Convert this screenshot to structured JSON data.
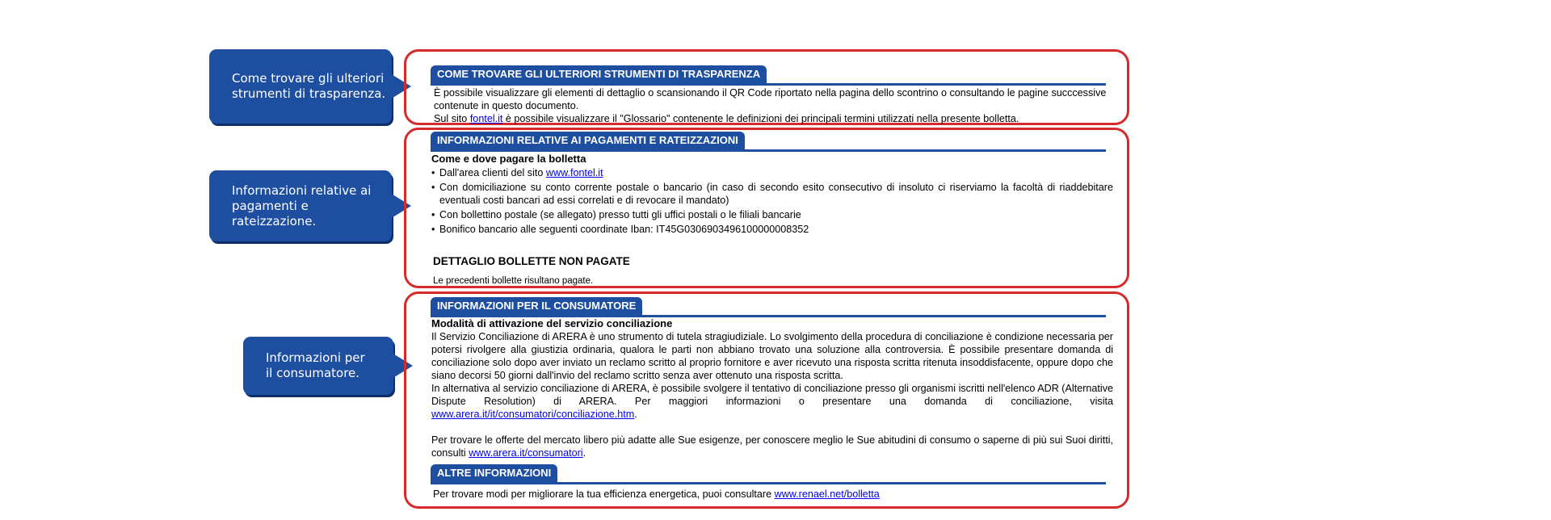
{
  "callouts": [
    {
      "line1": "Come trovare gli ulteriori",
      "line2": "strumenti di trasparenza."
    },
    {
      "line1": "Informazioni relative ai",
      "line2": "pagamenti e rateizzazione."
    },
    {
      "line1": "Informazioni per",
      "line2": "il consumatore."
    }
  ],
  "section1": {
    "title": "COME TROVARE GLI ULTERIORI STRUMENTI DI TRASPARENZA",
    "para1": "È possibile visualizzare gli elementi di dettaglio o scansionando il QR Code riportato nella pagina dello scontrino o consultando le pagine succcessive contenute in questo documento.",
    "para2_before": "Sul sito ",
    "para2_link": "fontel.it",
    "para2_after": " è possibile visualizzare il \"Glossario\" contenente le definizioni dei principali termini utilizzati nella presente bolletta."
  },
  "section2": {
    "title": "INFORMAZIONI RELATIVE AI PAGAMENTI E RATEIZZAZIONI",
    "subtitle": "Come e dove pagare la bolletta",
    "bullet1_before": "Dall'area clienti del sito ",
    "bullet1_link": "www.fontel.it",
    "bullet2": "Con domiciliazione su conto corrente postale o bancario (in caso di secondo esito consecutivo di insoluto ci riserviamo la facoltà di riaddebitare eventuali costi bancari ad essi correlati e di revocare il mandato)",
    "bullet3": "Con bollettino postale (se allegato) presso tutti gli uffici postali o le filiali bancarie",
    "bullet4": "Bonifico bancario alle seguenti coordinate Iban: IT45G0306903496100000008352",
    "unpaid_title": "DETTAGLIO BOLLETTE NON PAGATE",
    "unpaid_text": "Le precedenti bollette risultano pagate."
  },
  "section3": {
    "title": "INFORMAZIONI PER IL CONSUMATORE",
    "subtitle": "Modalità di attivazione del servizio conciliazione",
    "para1": "Il Servizio Conciliazione di ARERA è uno strumento di tutela stragiudiziale. Lo svolgimento della procedura di conciliazione è condizione necessaria per potersi rivolgere alla giustizia ordinaria, qualora le parti non abbiano trovato una soluzione alla controversia. È possibile presentare domanda di conciliazione solo dopo aver inviato un reclamo scritto al proprio fornitore e aver ricevuto una risposta scritta ritenuta insoddisfacente, oppure dopo che siano decorsi 50 giorni dall'invio del reclamo scritto senza aver ottenuto una risposta scritta.",
    "para2": "In alternativa al servizio conciliazione di ARERA, è possibile svolgere il tentativo di conciliazione presso gli organismi iscritti nell'elenco ADR (Alternative Dispute Resolution) di ARERA. Per maggiori informazioni o presentare una domanda di conciliazione, visita ",
    "para2_link": "www.arera.it/it/consumatori/conciliazione.htm",
    "para2_after": ".",
    "para3": "Per trovare le offerte del mercato libero più adatte alle Sue esigenze, per conoscere meglio le Sue abitudini di consumo o saperne di più sui Suoi diritti, consulti ",
    "para3_link": "www.arera.it/consumatori",
    "para3_after": ".",
    "other_title": "ALTRE INFORMAZIONI",
    "other_before": "Per trovare modi per migliorare la tua efficienza energetica, puoi consultare ",
    "other_link": "www.renael.net/bolletta"
  }
}
